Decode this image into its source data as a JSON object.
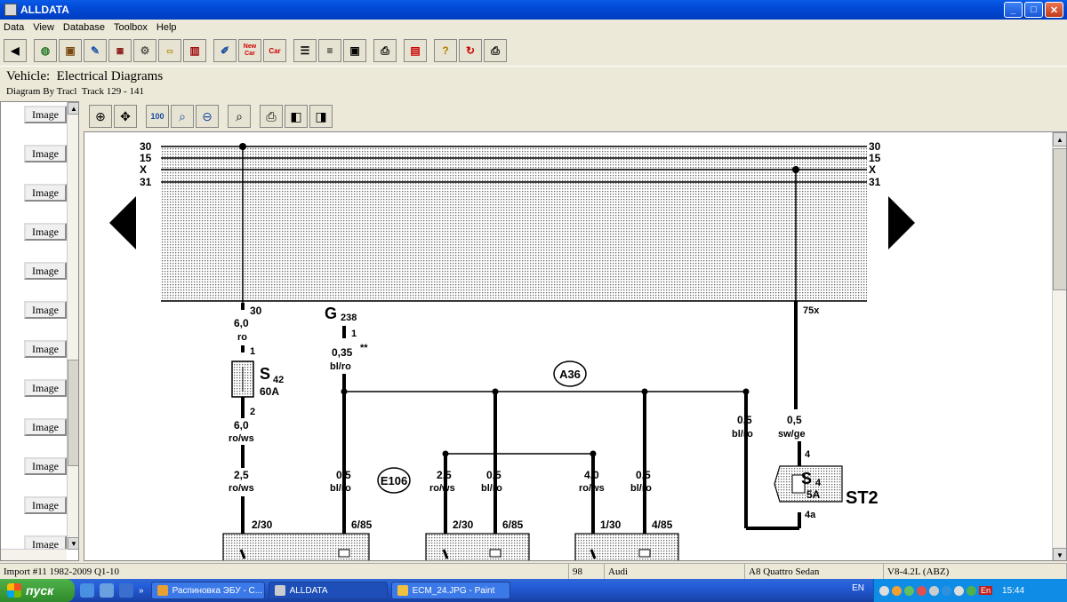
{
  "window": {
    "title": "ALLDATA",
    "controls": {
      "minimize": "_",
      "maximize": "□",
      "close": "✕"
    }
  },
  "menu": [
    "Data",
    "View",
    "Database",
    "Toolbox",
    "Help"
  ],
  "toolbar": {
    "icons": [
      "back-arrow-icon",
      "globe-icon",
      "toolbox-icon",
      "tools-icon",
      "labor-time-icon",
      "gears-icon",
      "recall-icon",
      "book-icon",
      "edit-icon"
    ],
    "new_car": "New Car",
    "car": "Car",
    "icons2": [
      "text-view-icon",
      "text-icon",
      "image-view-icon",
      "print-icon",
      "note-icon",
      "help-icon",
      "info-icon",
      "print2-icon"
    ]
  },
  "vehicle_header": {
    "vehicle_label": "Vehicle:",
    "section": "Electrical Diagrams",
    "diagram_label": "Diagram By Tracl",
    "track": "Track 129 - 141"
  },
  "left_list": {
    "button_label": "Image",
    "count": 12
  },
  "diagram_tools": [
    "zoom-in-icon",
    "pan-icon",
    "zoom-100-icon",
    "zoom-fit-icon",
    "zoom-out-icon",
    "magnify-icon",
    "print-icon",
    "prev-image-icon",
    "next-image-icon"
  ],
  "diagram": {
    "bus_labels": [
      "30",
      "15",
      "X",
      "31"
    ],
    "labels": {
      "fuse1_top_pin": "30",
      "wire1a_size": "6,0",
      "wire1a_color": "ro",
      "s42_pin1": "1",
      "s42_name": "S",
      "s42_sub": "42",
      "s42_rating": "60A",
      "s42_pin2": "2",
      "wire1b_size": "6,0",
      "wire1b_color": "ro/ws",
      "wire1c_size": "2,5",
      "wire1c_color": "ro/ws",
      "conn1": "2/30",
      "g238_name": "G",
      "g238_sub": "238",
      "g238_pin": "1",
      "g238_wire_size": "0,35",
      "g238_wire_mark": "**",
      "g238_wire_color": "bl/ro",
      "a36": "A36",
      "e106": "E106",
      "w2_size": "0,5",
      "w2_color": "bl/ro",
      "conn2": "6/85",
      "w3_size": "2,5",
      "w3_color": "ro/ws",
      "conn3": "2/30",
      "w4_size": "0,5",
      "w4_color": "bl/ro",
      "conn4": "6/85",
      "w5_size": "4,0",
      "w5_color": "ro/ws",
      "conn5": "1/30",
      "w6_size": "0,5",
      "w6_color": "bl/ro",
      "conn6": "4/85",
      "w7_size": "0,5",
      "w7_color": "bl/ro",
      "w8_size": "0,5",
      "w8_color": "sw/ge",
      "x75": "75x",
      "s4_pin4": "4",
      "s4_name": "S",
      "s4_sub": "4",
      "s4_rating": "5A",
      "s4_pin4a": "4a",
      "st2": "ST2"
    }
  },
  "status_bar": [
    "Import #11 1982-2009 Q1-10",
    "98",
    "Audi",
    "A8 Quattro Sedan",
    "V8-4.2L (ABZ)"
  ],
  "taskbar": {
    "start": "пуск",
    "tasks": [
      "Распиновка ЭБУ - С...",
      "ALLDATA",
      "ECM_24.JPG - Paint"
    ],
    "lang": "EN",
    "tray_lang": "En",
    "clock": "15:44"
  }
}
